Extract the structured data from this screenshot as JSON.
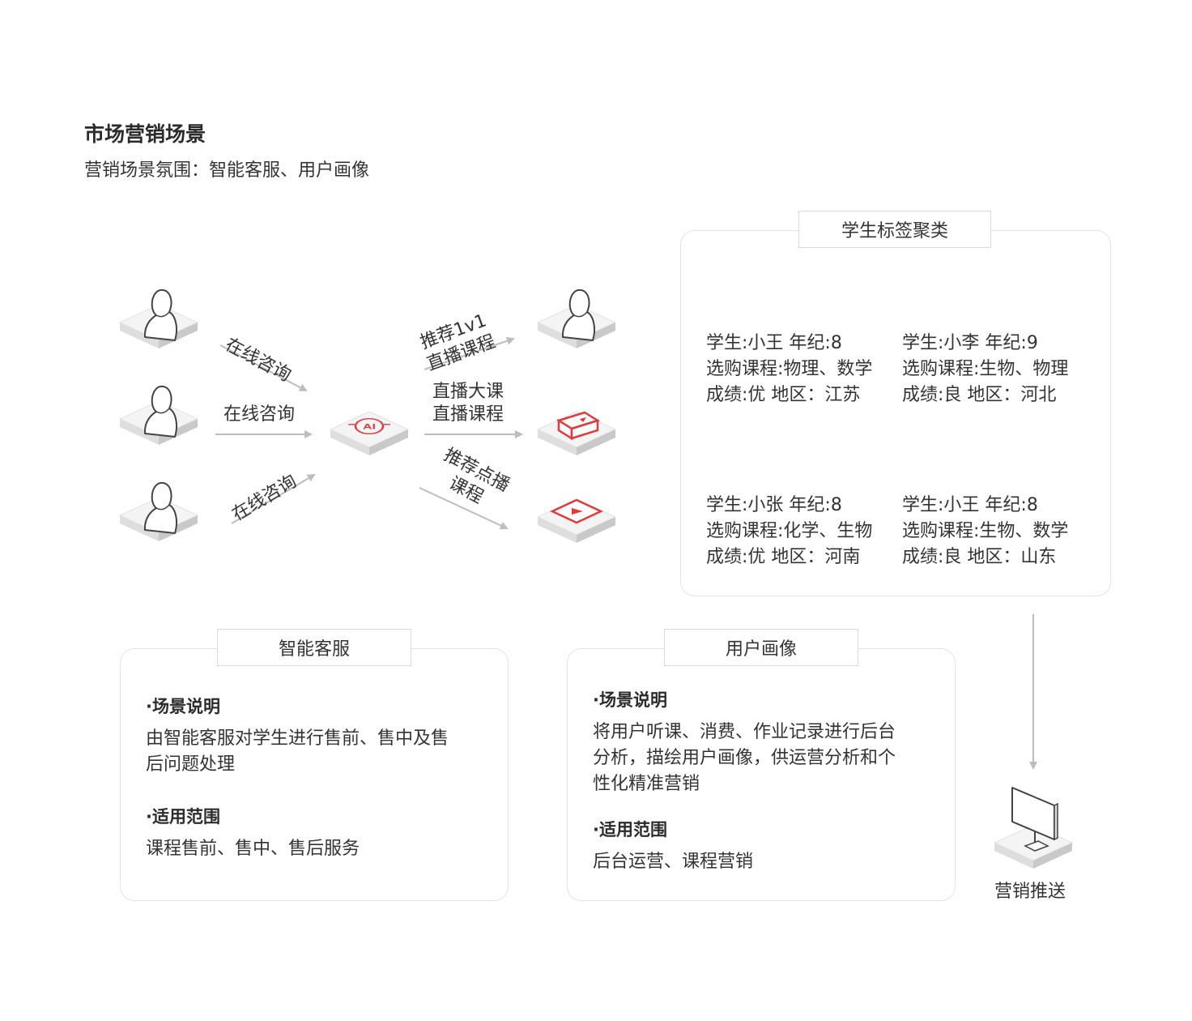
{
  "header": {
    "title": "市场营销场景",
    "subtitle": "营销场景氛围：智能客服、用户画像"
  },
  "flow": {
    "edge_labels": {
      "consult_top": "在线咨询",
      "consult_mid": "在线咨询",
      "consult_bottom": "在线咨询",
      "rec_1v1_line1": "推荐1v1",
      "rec_1v1_line2": "直播课程",
      "live_big_line1": "直播大课",
      "live_big_line2": "直播课程",
      "rec_vod_line1": "推荐点播",
      "rec_vod_line2": "课程"
    },
    "icons": {
      "student": "user-icon",
      "center": "ai-service-icon",
      "outputs": [
        "user-icon",
        "live-class-icon",
        "video-play-icon"
      ]
    },
    "accent_color": "#e4393c"
  },
  "cluster": {
    "label": "学生标签聚类",
    "students": [
      {
        "line1": "学生:小王   年纪:8",
        "line2": "选购课程:物理、数学",
        "line3": "成绩:优   地区：江苏"
      },
      {
        "line1": "学生:小李   年纪:9",
        "line2": "选购课程:生物、物理",
        "line3": "成绩:良   地区：河北"
      },
      {
        "line1": "学生:小张   年纪:8",
        "line2": "选购课程:化学、生物",
        "line3": "成绩:优   地区：河南"
      },
      {
        "line1": "学生:小王   年纪:8",
        "line2": "选购课程:生物、数学",
        "line3": "成绩:良   地区：山东"
      }
    ]
  },
  "smart_service": {
    "label": "智能客服",
    "scene_head": "·场景说明",
    "scene_line1": "由智能客服对学生进行售前、售中及售",
    "scene_line2": "后问题处理",
    "scope_head": "·适用范围",
    "scope_body": "课程售前、售中、售后服务"
  },
  "user_profile": {
    "label": "用户画像",
    "scene_head": "·场景说明",
    "scene_line1": "将用户听课、消费、作业记录进行后台",
    "scene_line2": "分析，描绘用户画像，供运营分析和个",
    "scene_line3": "性化精准营销",
    "scope_head": "·适用范围",
    "scope_body": "后台运营、课程营销"
  },
  "push": {
    "label": "营销推送",
    "icon": "monitor-icon"
  }
}
